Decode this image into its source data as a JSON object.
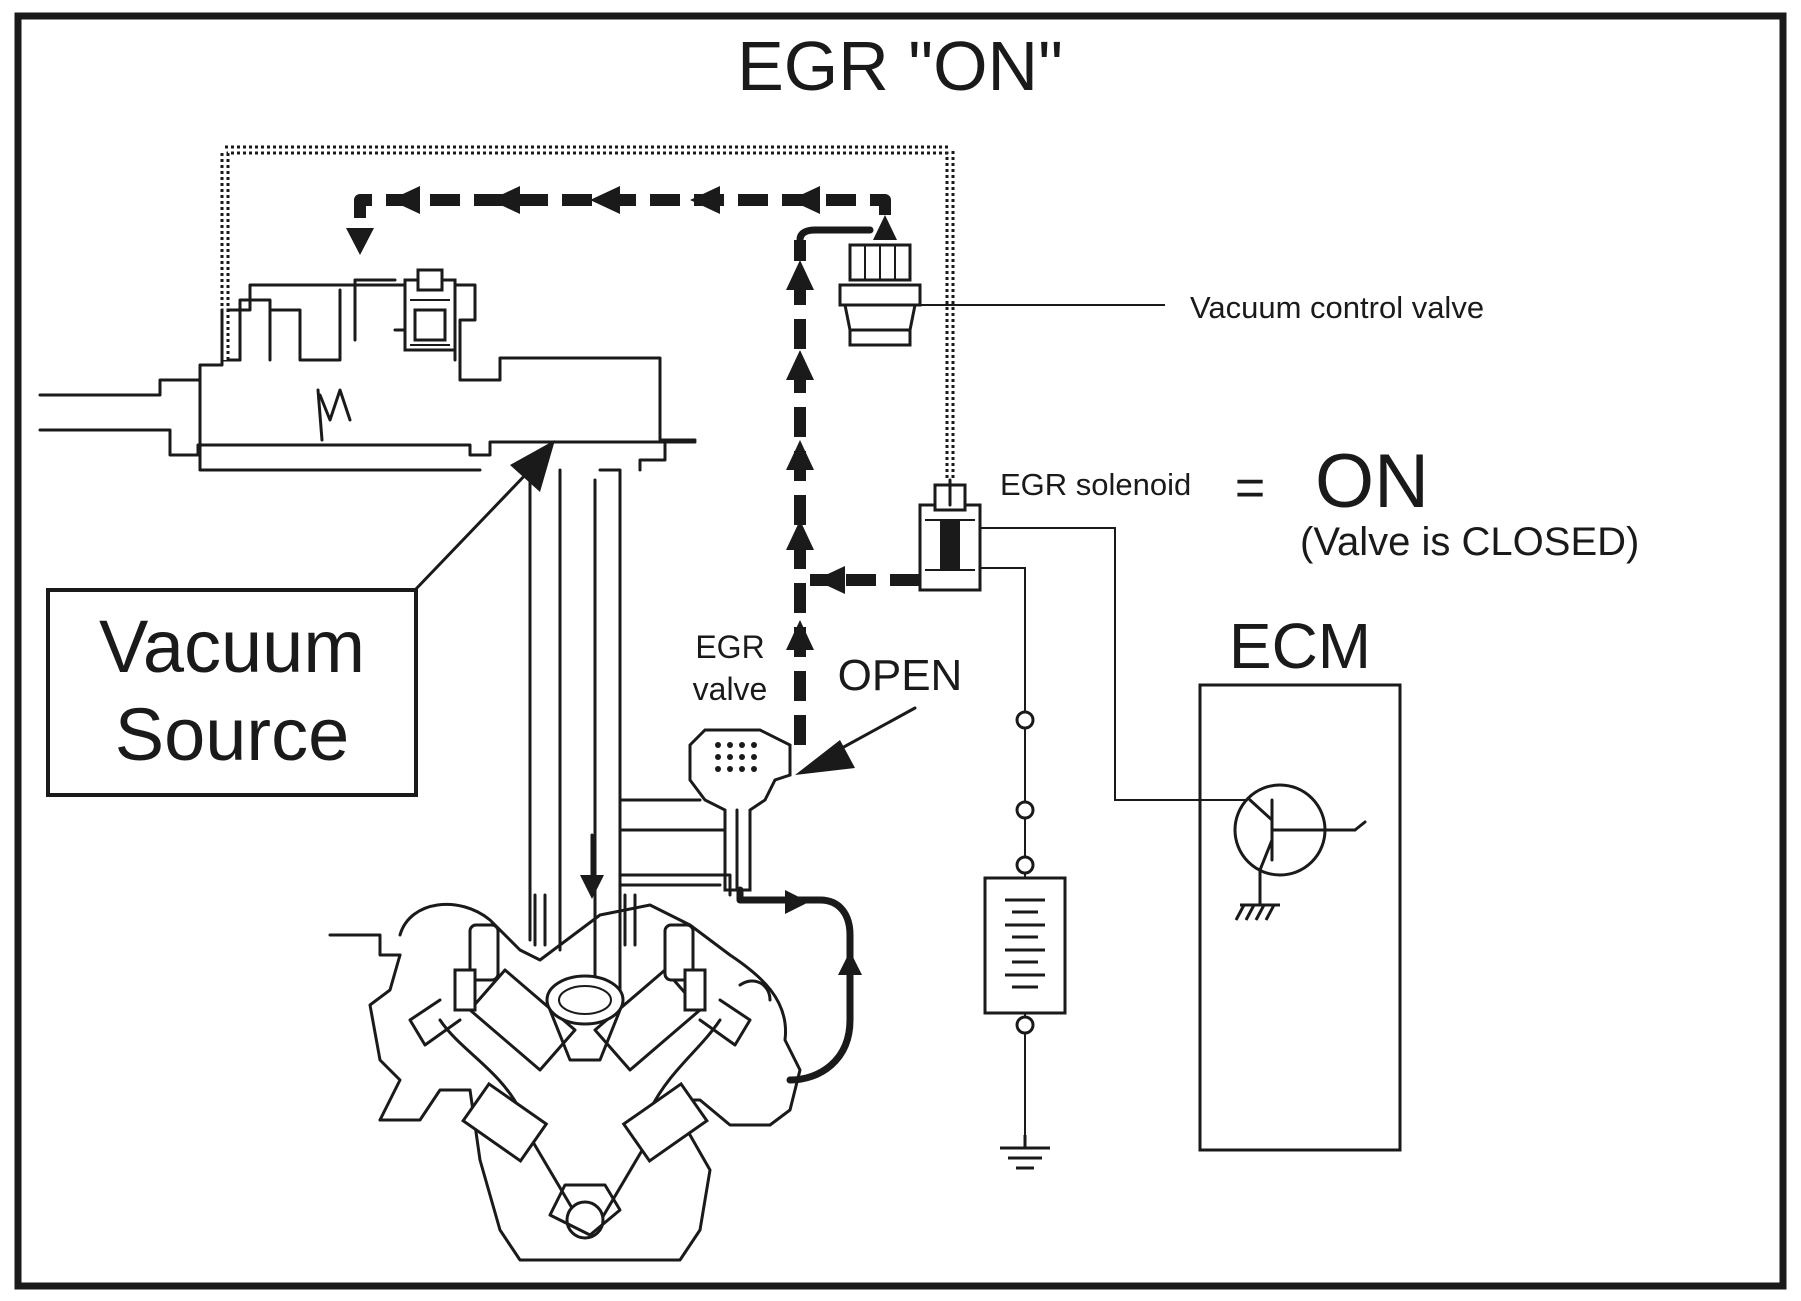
{
  "diagram": {
    "title": "EGR \"ON\"",
    "labels": {
      "vacuum_control_valve": "Vacuum control valve",
      "egr_solenoid": "EGR solenoid",
      "equals": "=",
      "on_state": "ON",
      "valve_state": "(Valve is CLOSED)",
      "ecm": "ECM",
      "egr_valve_line1": "EGR",
      "egr_valve_line2": "valve",
      "open": "OPEN",
      "vacuum_source_line1": "Vacuum",
      "vacuum_source_line2": "Source"
    },
    "colors": {
      "ink": "#1a1a1a",
      "background": "#ffffff"
    }
  }
}
